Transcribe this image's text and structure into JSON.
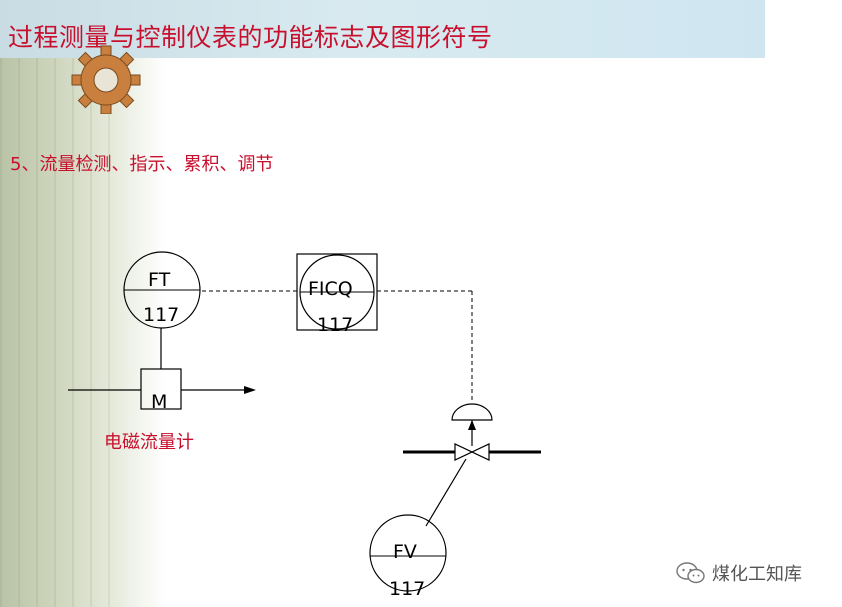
{
  "title": "过程测量与控制仪表的功能标志及图形符号",
  "subtitle": "5、流量检测、指示、累积、调节",
  "instruments": {
    "ft": {
      "tag": "FT",
      "loop": "117"
    },
    "ficq": {
      "tag": "FICQ",
      "loop": "117"
    },
    "fv": {
      "tag": "FV",
      "loop": "117"
    },
    "meter": {
      "tag": "M"
    }
  },
  "meter_caption": "电磁流量计",
  "watermark": "煤化工知库",
  "colors": {
    "title": "#c8102e",
    "lines": "#000000"
  }
}
